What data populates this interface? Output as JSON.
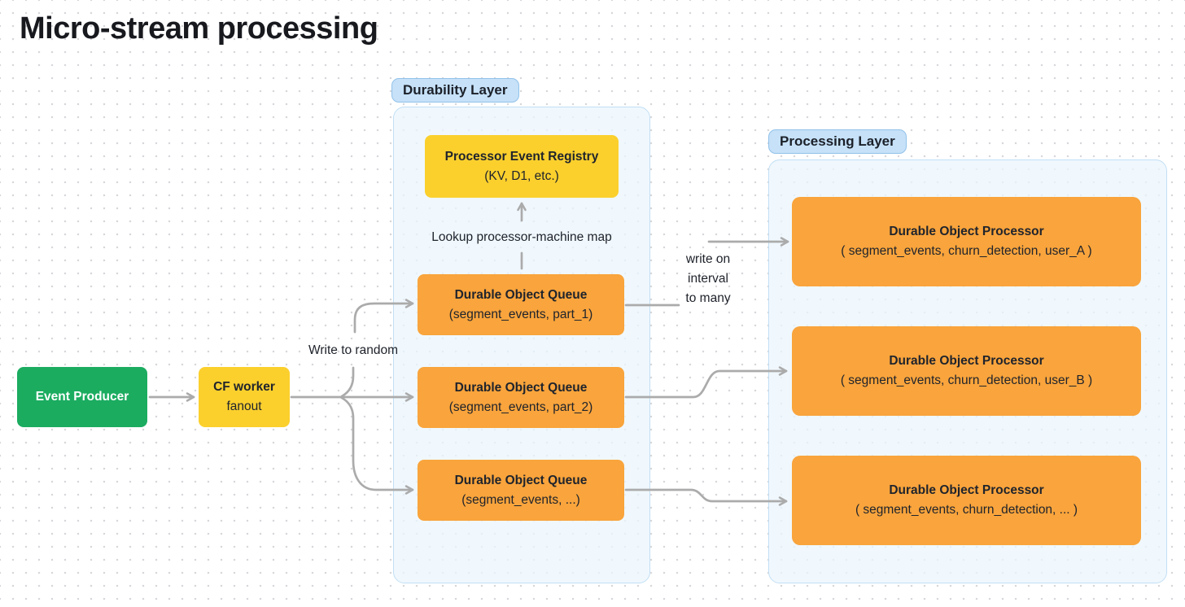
{
  "title": "Micro-stream processing",
  "colors": {
    "green": "#1bac60",
    "yellow": "#fbd02d",
    "orange": "#f9a43c",
    "wire": "#ababab",
    "badge-bg": "#c6e1f8",
    "badge-border": "#92c2ea",
    "frame-border": "#c2dff4",
    "ink": "#1d222e"
  },
  "nodes": {
    "event_producer": {
      "label": "Event Producer"
    },
    "cf_worker": {
      "title": "CF worker",
      "subtitle": "fanout"
    },
    "registry": {
      "title": "Processor Event Registry",
      "subtitle": "(KV, D1, etc.)"
    }
  },
  "durability": {
    "badge": "Durability Layer",
    "queues": [
      {
        "title": "Durable Object Queue",
        "subtitle": "(segment_events, part_1)"
      },
      {
        "title": "Durable Object Queue",
        "subtitle": "(segment_events, part_2)"
      },
      {
        "title": "Durable Object Queue",
        "subtitle": "(segment_events, ...)"
      }
    ]
  },
  "processing": {
    "badge": "Processing Layer",
    "processors": [
      {
        "title": "Durable Object Processor",
        "subtitle": "( segment_events, churn_detection, user_A )"
      },
      {
        "title": "Durable Object Processor",
        "subtitle": "( segment_events, churn_detection, user_B )"
      },
      {
        "title": "Durable Object Processor",
        "subtitle": "( segment_events, churn_detection, ... )"
      }
    ]
  },
  "labels": {
    "lookup": "Lookup processor-machine map",
    "write_random": "Write to random",
    "write_interval": {
      "lines": [
        "write on",
        "interval",
        "to many"
      ]
    }
  }
}
